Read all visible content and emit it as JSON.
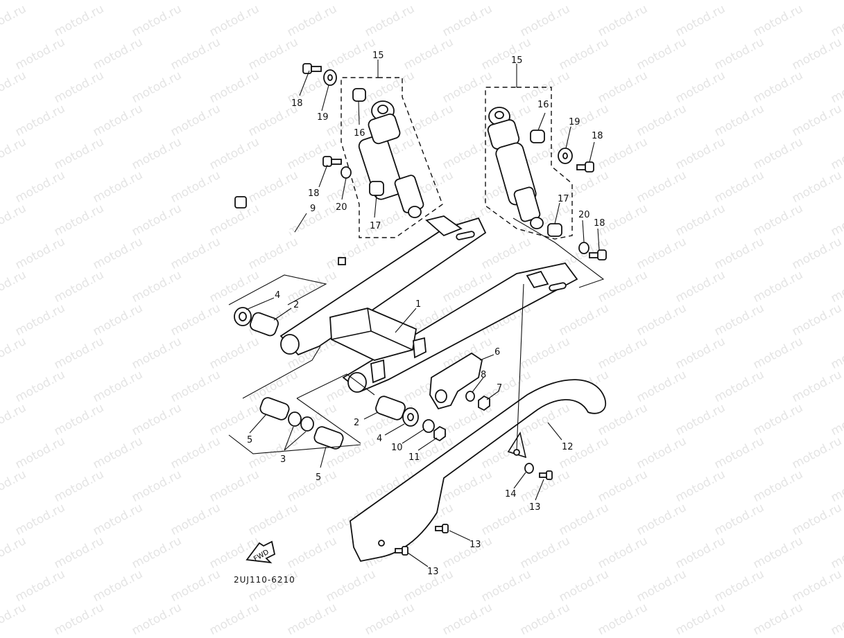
{
  "diagram": {
    "drawing_code": "2UJ110-6210",
    "fwd_label": "FWD",
    "watermark": "motod.ru",
    "callouts": {
      "c1": "1",
      "c2a": "2",
      "c2b": "2",
      "c3": "3",
      "c4a": "4",
      "c4b": "4",
      "c5a": "5",
      "c5b": "5",
      "c6": "6",
      "c7": "7",
      "c8": "8",
      "c9": "9",
      "c10": "10",
      "c11": "11",
      "c12": "12",
      "c13a": "13",
      "c13b": "13",
      "c13c": "13",
      "c14": "14",
      "c15a": "15",
      "c15b": "15",
      "c16a": "16",
      "c16b": "16",
      "c17a": "17",
      "c17b": "17",
      "c18a": "18",
      "c18b": "18",
      "c18c": "18",
      "c18d": "18",
      "c19a": "19",
      "c19b": "19",
      "c20a": "20",
      "c20b": "20"
    }
  }
}
